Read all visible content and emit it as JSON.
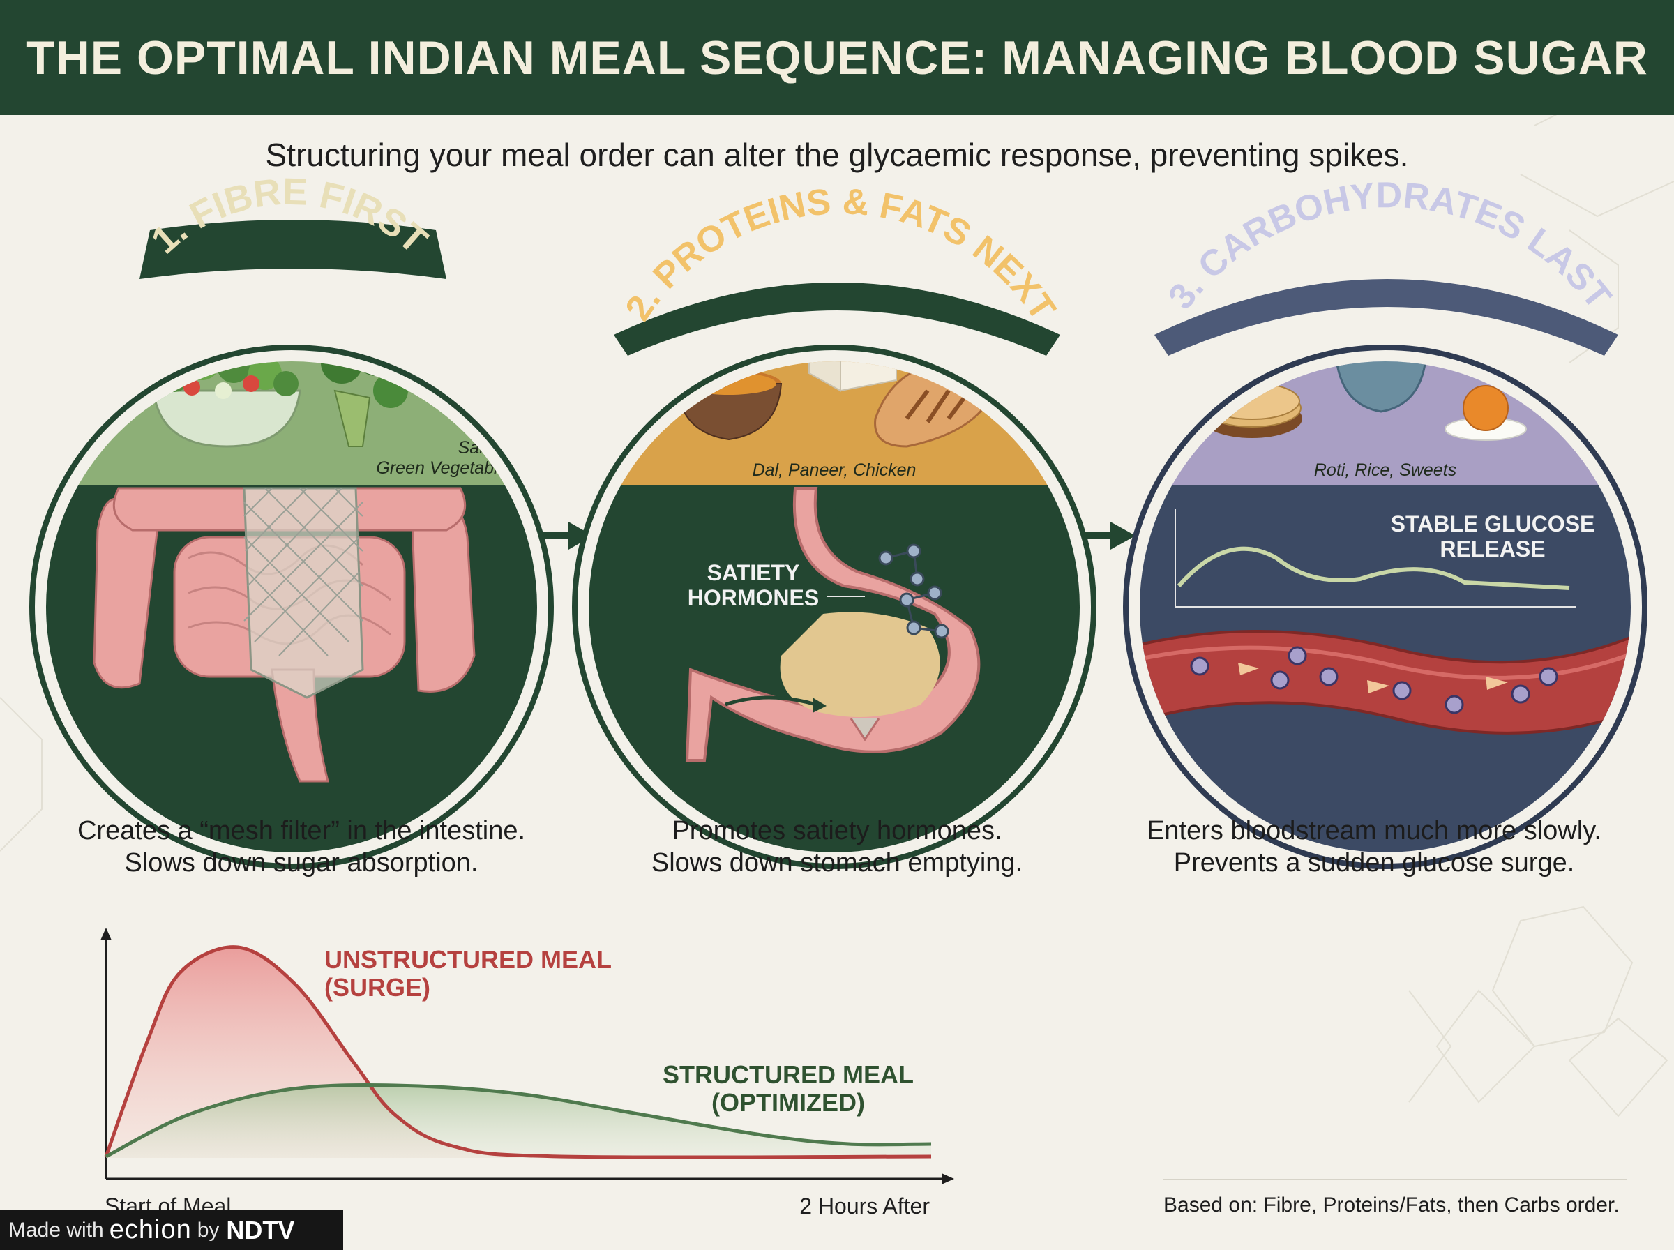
{
  "title": "THE OPTIMAL INDIAN MEAL SEQUENCE: MANAGING BLOOD SUGAR",
  "subtitle": "Structuring your meal order can alter the glycaemic response, preventing spikes.",
  "steps": [
    {
      "heading": "1. FIBRE FIRST",
      "food_line1": "Salads,",
      "food_line2": "Green Vegetables",
      "caption_line1": "Creates a “mesh filter” in the intestine.",
      "caption_line2": "Slows down sugar absorption.",
      "colors": {
        "top": "#8daf77",
        "bottom": "#234631",
        "badge": "#234631"
      }
    },
    {
      "heading": "2. PROTEINS & FATS NEXT",
      "food_line1": "Dal, Paneer, Chicken",
      "inner_label_line1": "SATIETY",
      "inner_label_line2": "HORMONES",
      "caption_line1": "Promotes satiety hormones.",
      "caption_line2": "Slows down stomach emptying.",
      "colors": {
        "top": "#d9a24a",
        "bottom": "#234631",
        "badge": "#234631",
        "heading_text": "#f2c26a"
      }
    },
    {
      "heading": "3. CARBOHYDRATES LAST",
      "food_line1": "Roti, Rice, Sweets",
      "inner_label_line1": "STABLE GLUCOSE",
      "inner_label_line2": "RELEASE",
      "caption_line1": "Enters bloodstream much more slowly.",
      "caption_line2": "Prevents a sudden glucose surge.",
      "colors": {
        "top": "#a99fc4",
        "bottom": "#3c4a64",
        "badge": "#4d5a78"
      }
    }
  ],
  "chart_data": {
    "type": "area",
    "x_start_label": "Start of Meal",
    "x_end_label": "2 Hours After",
    "series": [
      {
        "name": "UNSTRUCTURED MEAL (SURGE)",
        "label_line1": "UNSTRUCTURED MEAL",
        "label_line2": "(SURGE)",
        "color": "#b5413f",
        "points": [
          [
            0,
            0
          ],
          [
            0.05,
            0.55
          ],
          [
            0.09,
            0.88
          ],
          [
            0.16,
            1.0
          ],
          [
            0.23,
            0.82
          ],
          [
            0.3,
            0.45
          ],
          [
            0.35,
            0.2
          ],
          [
            0.42,
            0.05
          ],
          [
            0.55,
            0.0
          ],
          [
            1.0,
            0.0
          ]
        ]
      },
      {
        "name": "STRUCTURED MEAL (OPTIMIZED)",
        "label_line1": "STRUCTURED MEAL",
        "label_line2": "(OPTIMIZED)",
        "color": "#4f7a4e",
        "points": [
          [
            0,
            0
          ],
          [
            0.1,
            0.2
          ],
          [
            0.22,
            0.32
          ],
          [
            0.35,
            0.34
          ],
          [
            0.5,
            0.3
          ],
          [
            0.65,
            0.2
          ],
          [
            0.8,
            0.1
          ],
          [
            0.9,
            0.06
          ],
          [
            1.0,
            0.06
          ]
        ]
      }
    ]
  },
  "footnote": "Based on: Fibre, Proteins/Fats, then Carbs order.",
  "badge": {
    "made_with": "Made with",
    "brand": "echion",
    "by": "by",
    "publisher": "NDTV"
  }
}
